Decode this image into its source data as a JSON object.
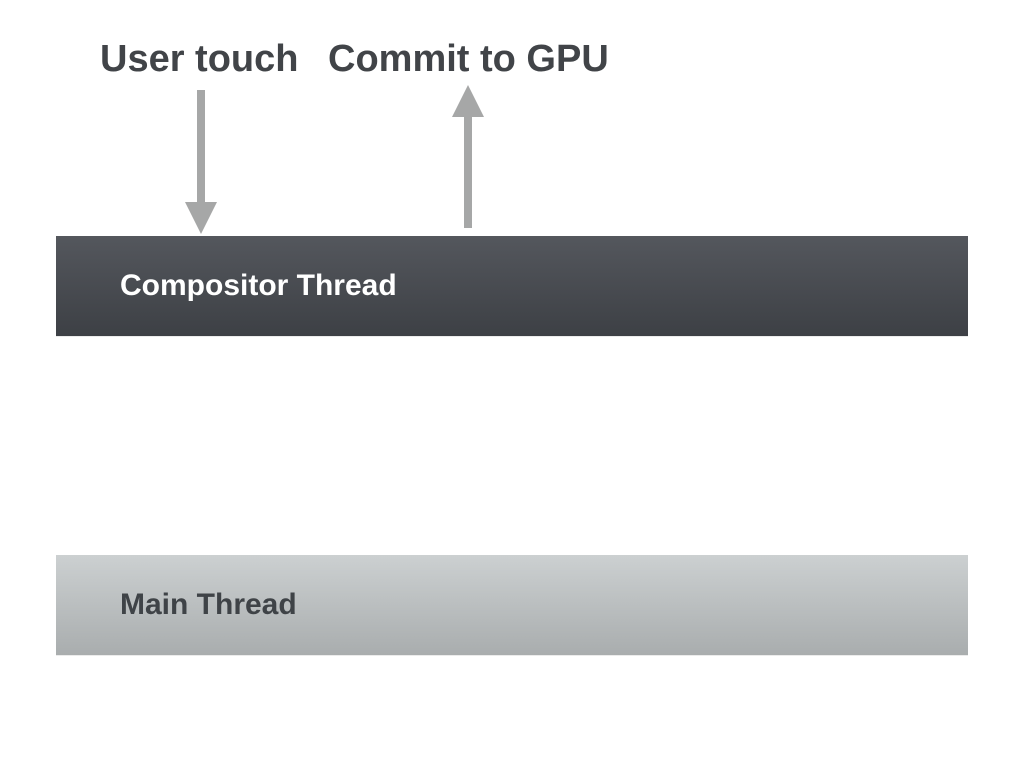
{
  "diagram": {
    "annotations": {
      "user_touch": {
        "label": "User touch",
        "arrow_direction": "down"
      },
      "commit_to_gpu": {
        "label": "Commit to GPU",
        "arrow_direction": "up"
      }
    },
    "lanes": [
      {
        "label": "Compositor Thread",
        "gradient_top": "#54575d",
        "gradient_bottom": "#3d4045",
        "text_color": "#ffffff"
      },
      {
        "label": "Main Thread",
        "gradient_top": "#ccd0d1",
        "gradient_bottom": "#a9adae",
        "text_color": "#3f4347"
      }
    ],
    "arrow_color": "#a6a7a7",
    "annotation_text_color": "#414448"
  }
}
